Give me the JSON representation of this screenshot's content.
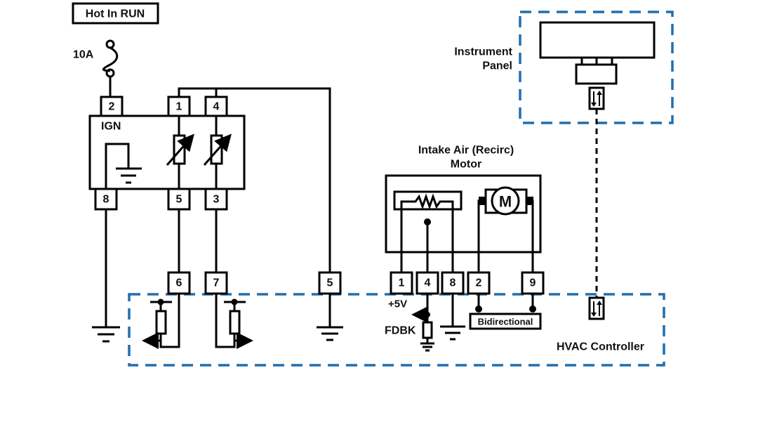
{
  "title_box": "Hot In RUN",
  "fuse": {
    "rating": "10A"
  },
  "ign_module": {
    "label": "IGN",
    "top_pins": [
      "2",
      "1",
      "4"
    ],
    "bottom_pins": [
      "8",
      "5",
      "3"
    ]
  },
  "hvac_controller": {
    "label": "HVAC Controller",
    "pins_left": [
      "6",
      "7",
      "5"
    ],
    "pins_right": [
      "1",
      "4",
      "8",
      "2",
      "9"
    ],
    "supply_label": "+5V",
    "feedback_label": "FDBK",
    "bus_label": "Bidirectional",
    "comm_icon": "bidirectional-arrows-icon"
  },
  "intake_motor": {
    "label_line1": "Intake Air (Recirc)",
    "label_line2": "Motor",
    "motor_symbol": "M"
  },
  "instrument_panel": {
    "label_line1": "Instrument",
    "label_line2": "Panel",
    "comm_icon": "bidirectional-arrows-icon"
  },
  "colors": {
    "wire": "#000000",
    "module_boundary": "#1f6fb0"
  }
}
